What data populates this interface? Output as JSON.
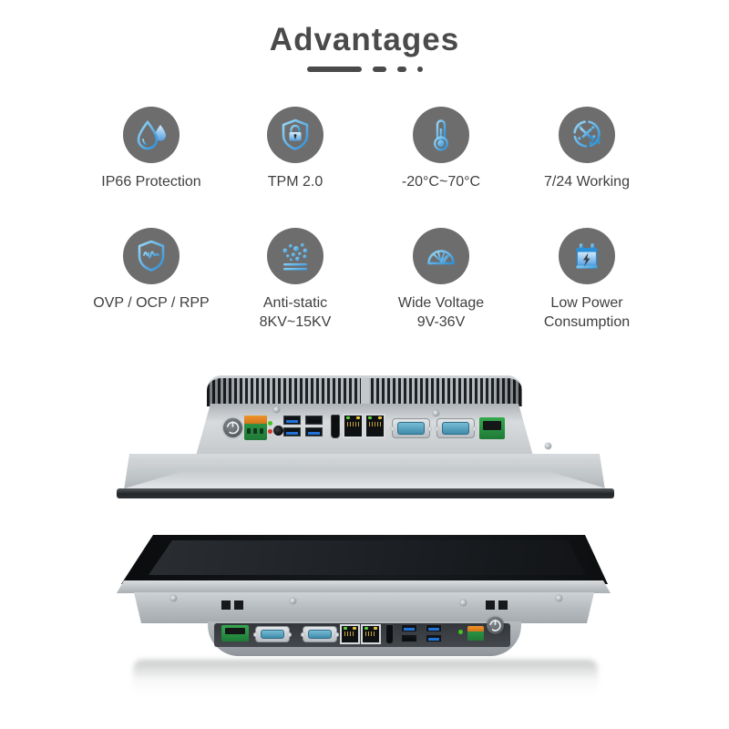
{
  "header": {
    "title": "Advantages"
  },
  "theme": {
    "title": "#4a4a4a",
    "text": "#3f3f3f",
    "icon_circle": "#6d6d6d",
    "accent": "#2e9be0"
  },
  "features": [
    {
      "icon": "water-drops-icon",
      "label": "IP66 Protection"
    },
    {
      "icon": "shield-lock-icon",
      "label": "TPM 2.0"
    },
    {
      "icon": "thermometer-icon",
      "label": "-20°C~70°C"
    },
    {
      "icon": "clock-24-icon",
      "label": "7/24 Working",
      "icon_text": "24"
    },
    {
      "icon": "shield-pulse-icon",
      "label": "OVP / OCP / RPP"
    },
    {
      "icon": "anti-static-icon",
      "label": "Anti-static\n8KV~15KV"
    },
    {
      "icon": "gauge-icon",
      "label": "Wide Voltage\n9V-36V"
    },
    {
      "icon": "battery-icon",
      "label": "Low Power\nConsumption"
    }
  ],
  "product_photos": [
    {
      "view": "rear-bottom-io-view",
      "elements": [
        "heatsink-fins",
        "power-button",
        "dc-terminal-block",
        "status-led-green",
        "status-led-red",
        "audio-jack",
        "usb3-ports",
        "usb2-port",
        "hdmi-port",
        "ethernet-rj45-x2",
        "serial-db9-x2",
        "phoenix-connector",
        "vent-holes",
        "screws",
        "front-bezel-edge"
      ]
    },
    {
      "view": "front-display-bottom-io-view",
      "elements": [
        "display-screen",
        "chassis-band",
        "phoenix-connector",
        "serial-db9-x2",
        "ethernet-rj45-x2",
        "hdmi-port",
        "usb-ports",
        "status-led",
        "dc-terminal-block",
        "power-button",
        "reflection"
      ]
    }
  ]
}
